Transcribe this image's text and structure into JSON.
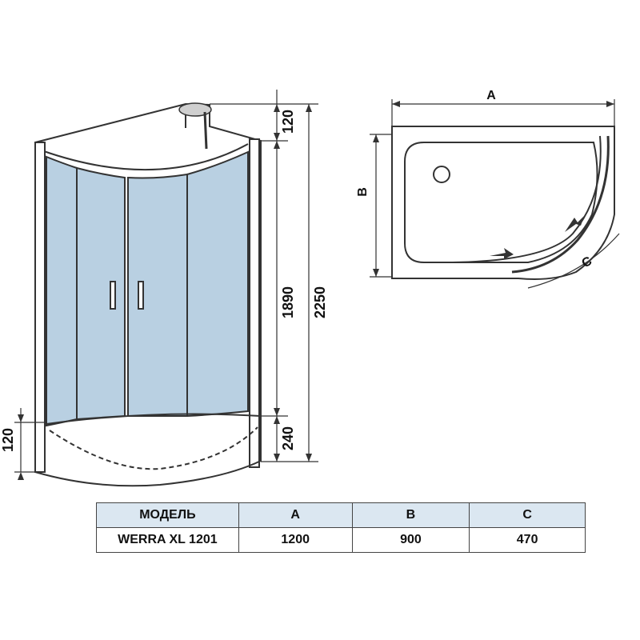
{
  "front_view": {
    "dim_top": "120",
    "dim_main": "1890",
    "dim_bottom": "240",
    "dim_total": "2250",
    "dim_tray": "120"
  },
  "top_view": {
    "label_a": "A",
    "label_b": "B",
    "label_c": "C"
  },
  "spec_table": {
    "headers": [
      "МОДЕЛЬ",
      "A",
      "B",
      "C"
    ],
    "row": {
      "model": "WERRA XL 1201",
      "a": "1200",
      "b": "900",
      "c": "470"
    }
  },
  "colors": {
    "glass": "#b9d0e2",
    "table_header": "#dbe7f1",
    "line": "#333333"
  }
}
